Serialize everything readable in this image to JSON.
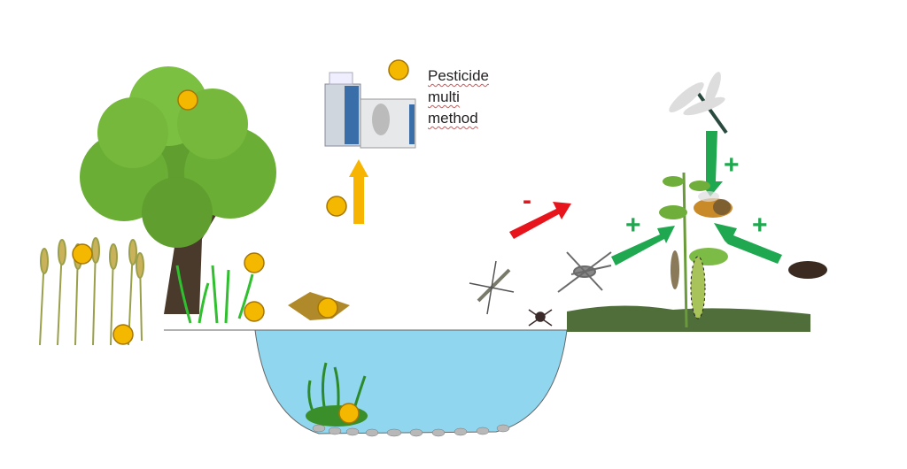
{
  "label": {
    "lines": [
      "Pesticide",
      "multi",
      "method"
    ]
  },
  "signs": {
    "negative": "-",
    "positive_top": "+",
    "positive_left": "+",
    "positive_right": "+"
  },
  "colors": {
    "pesticide": "#f5b800",
    "water": "#8fd6ee",
    "negative_arrow": "#e8141b",
    "positive_arrow": "#1fa84f",
    "transport_arrow": "#f7b400"
  }
}
